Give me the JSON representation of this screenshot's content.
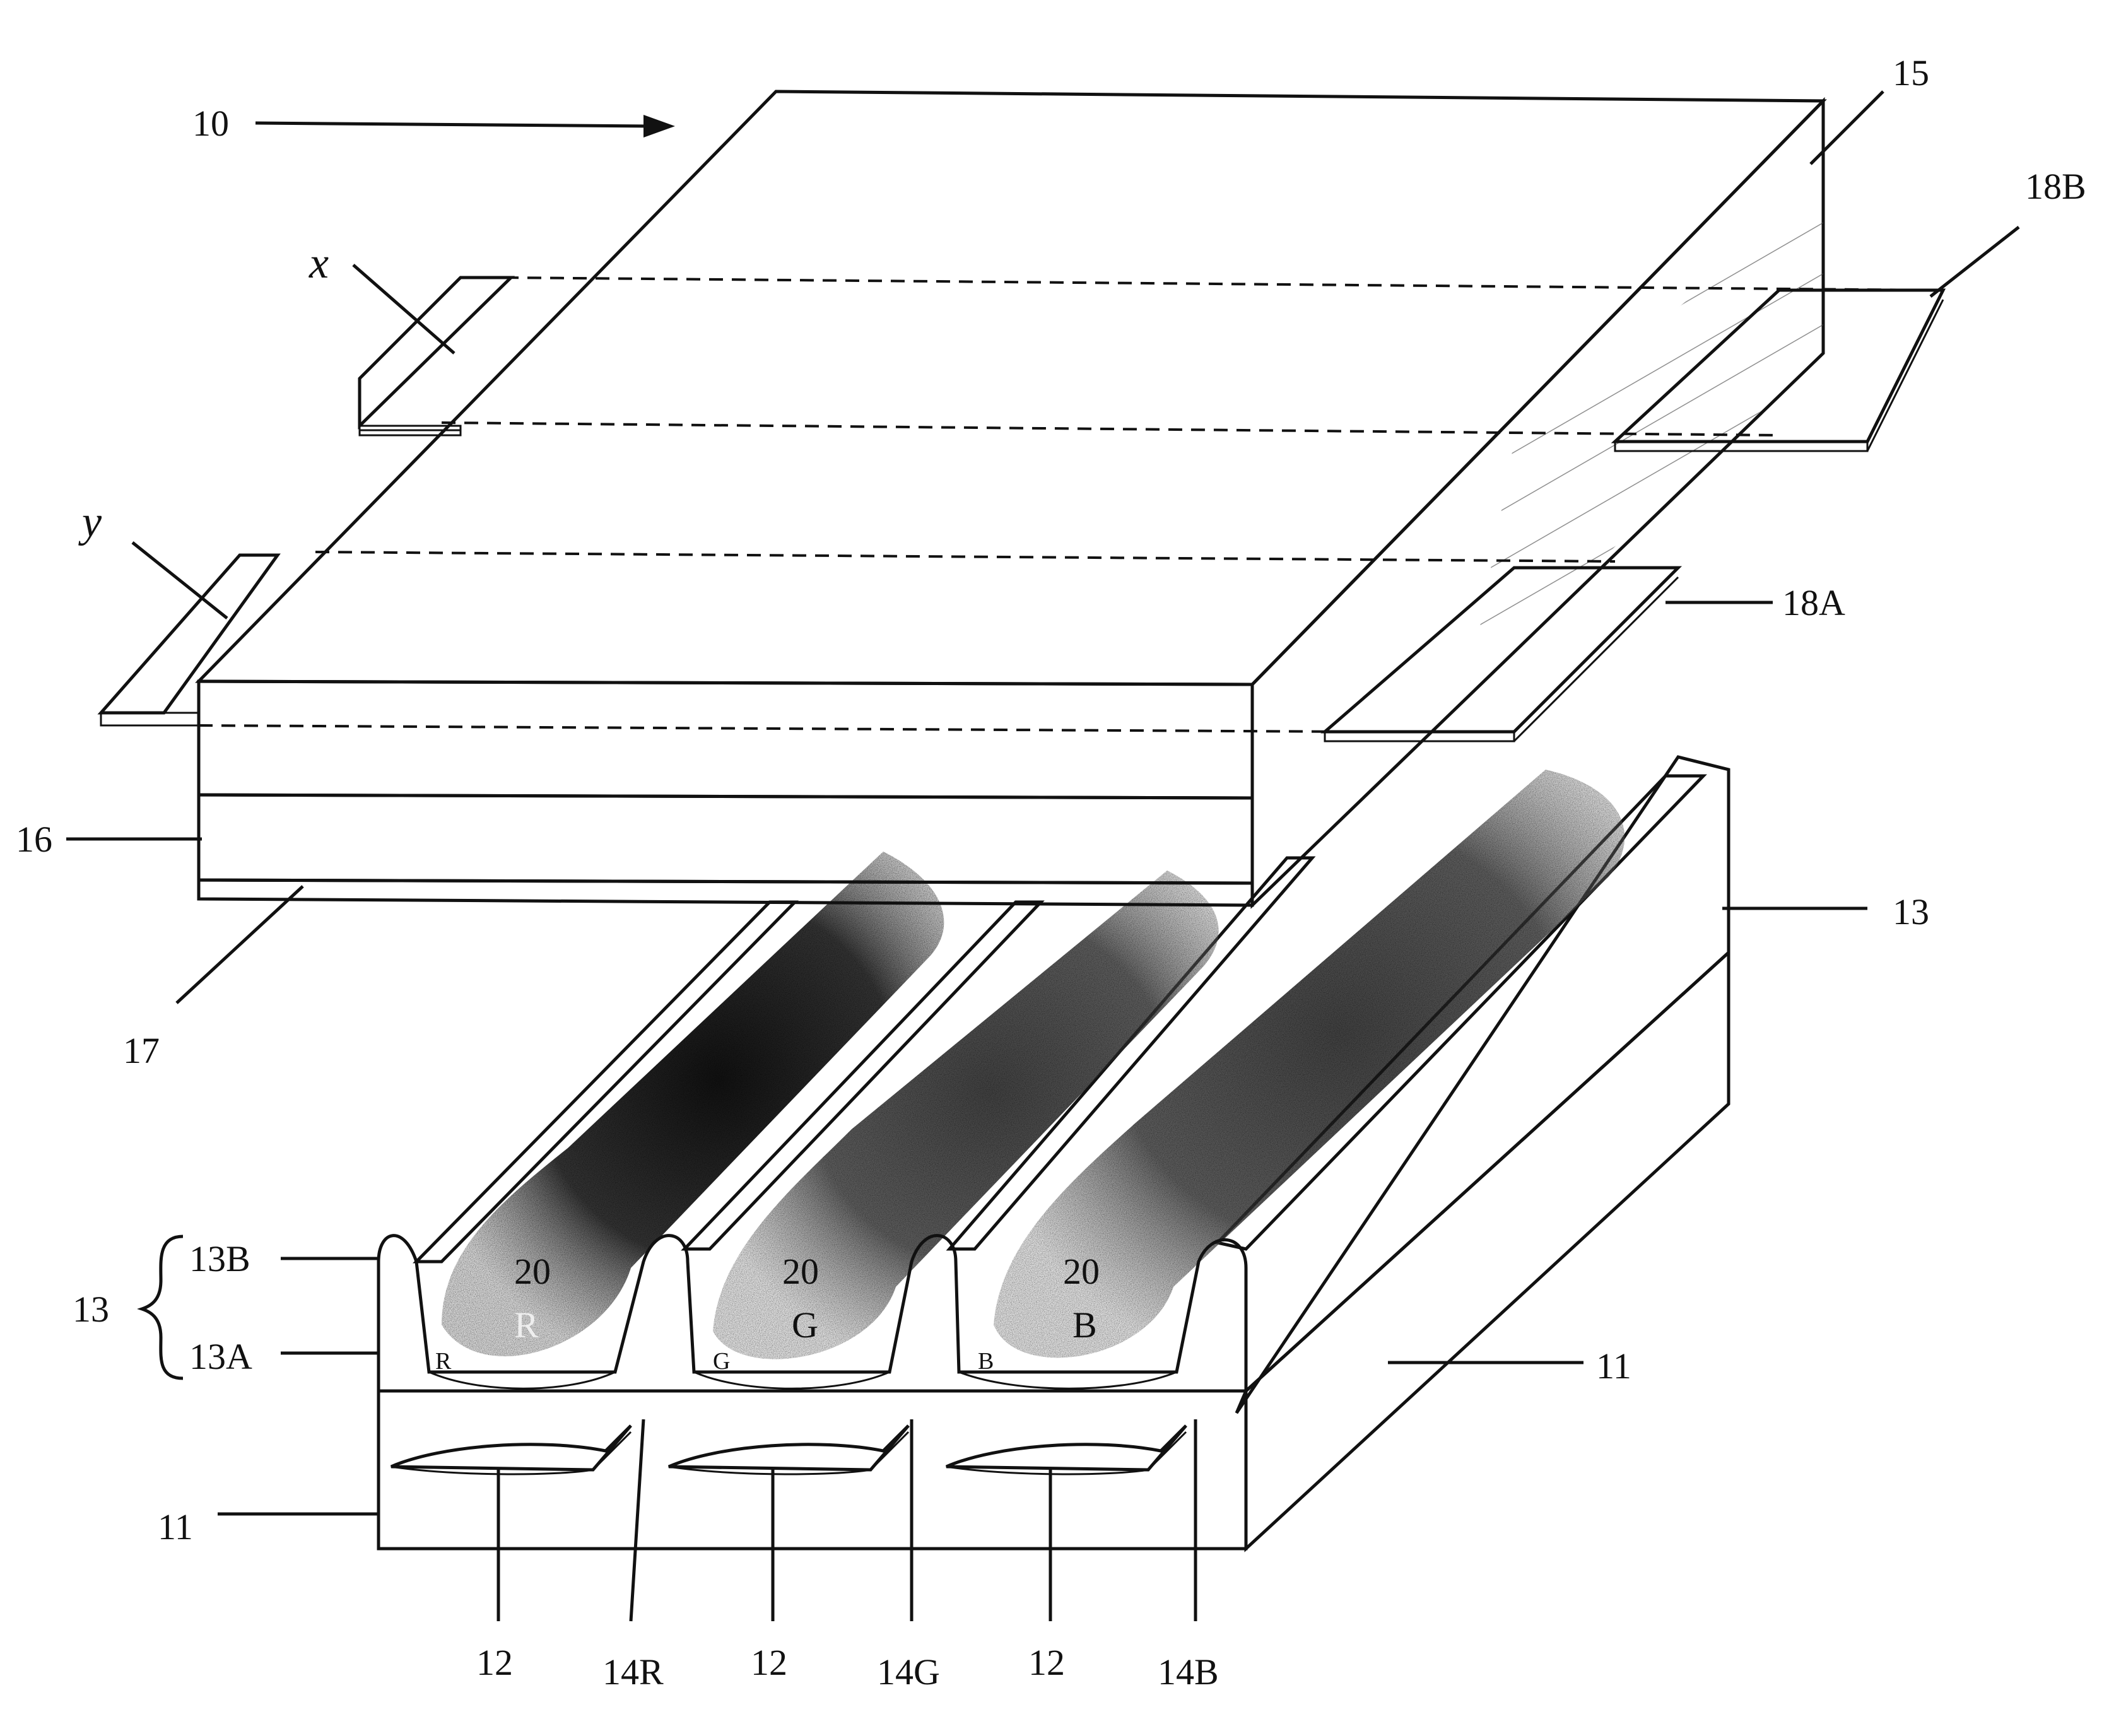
{
  "labels": {
    "ref_10": "10",
    "ref_15": "15",
    "ref_18B": "18B",
    "ref_x": "x",
    "ref_y": "y",
    "ref_18A": "18A",
    "ref_16": "16",
    "ref_17": "17",
    "ref_13_right": "13",
    "ref_13B": "13B",
    "ref_13": "13",
    "ref_13A": "13A",
    "ref_11_right": "11",
    "ref_11_left": "11",
    "ref_20_r": "20",
    "ref_20_g": "20",
    "ref_20_b": "20",
    "letter_R_big": "R",
    "letter_G_big": "G",
    "letter_B_big": "B",
    "letter_R_small": "R",
    "letter_G_small": "G",
    "letter_B_small": "B",
    "ref_12_a": "12",
    "ref_14R": "14R",
    "ref_12_b": "12",
    "ref_14G": "14G",
    "ref_12_c": "12",
    "ref_14B": "14B"
  }
}
